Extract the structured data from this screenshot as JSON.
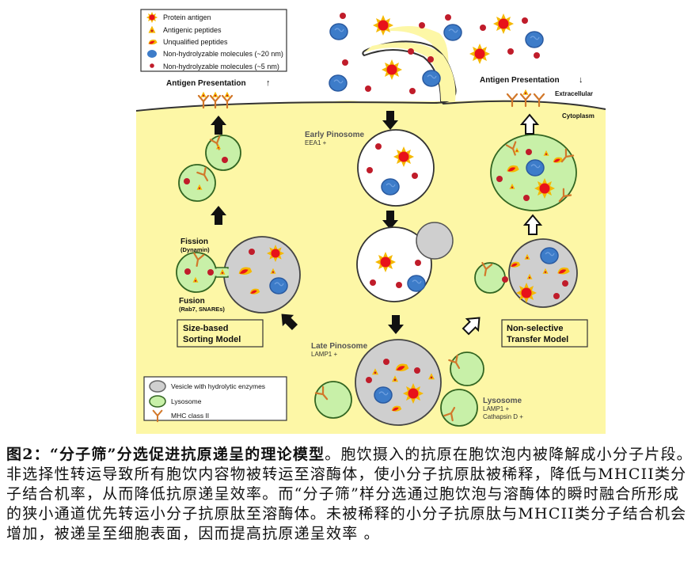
{
  "figure": {
    "legend_top": {
      "items": [
        {
          "icon": "protein-antigen",
          "label": "Protein antigen"
        },
        {
          "icon": "antigenic-peptide",
          "label": "Antigenic peptides"
        },
        {
          "icon": "unqualified-peptide",
          "label": "Unqualified peptides"
        },
        {
          "icon": "large-molecule",
          "label": "Non-hydrolyzable molecules (~20 nm)"
        },
        {
          "icon": "small-molecule",
          "label": "Non-hydrolyzable molecules (~5 nm)"
        }
      ]
    },
    "legend_bottom": {
      "items": [
        {
          "icon": "vesicle",
          "label": "Vesicle with hydrolytic enzymes"
        },
        {
          "icon": "lysosome",
          "label": "Lysosome"
        },
        {
          "icon": "mhc-class-ii",
          "label": "MHC class II"
        }
      ]
    },
    "labels": {
      "antigen_presentation_up": "Antigen Presentation",
      "antigen_presentation_down": "Antigen Presentation",
      "extracellular": "Extracellular",
      "cytoplasm": "Cytoplasm",
      "early_pinosome": "Early Pinosome",
      "early_marker": "EEA1 +",
      "fission": "Fission",
      "fission_sub": "(Dynamin)",
      "fusion": "Fusion",
      "fusion_sub": "(Rab7, SNAREs)",
      "late_pinosome": "Late Pinosome",
      "late_marker": "LAMP1 +",
      "lysosome": "Lysosome",
      "lysosome_marker1": "LAMP1 +",
      "lysosome_marker2": "Cathapsin D +",
      "model_left_line1": "Size-based",
      "model_left_line2": "Sorting Model",
      "model_right_line1": "Non-selective",
      "model_right_line2": "Transfer Model"
    },
    "colors": {
      "cytoplasm": "#fdf7a6",
      "lysosome": "#c8f0a8",
      "vesicle": "#cfcfcf",
      "antigen_core": "#e8121a",
      "antigen_rays": "#f5b800",
      "large_molecule": "#3d7cc9",
      "small_molecule": "#c01c2a",
      "mhc": "#d2782a"
    }
  },
  "caption": {
    "title": "图2：“分子筛”分选促进抗原递呈的理论模型",
    "body": "。胞饮摄入的抗原在胞饮泡内被降解成小分子片段。非选择性转运导致所有胞饮内容物被转运至溶酶体，使小分子抗原肽被稀释，降低与MHCII类分子结合机率，从而降低抗原递呈效率。而“分子筛”样分选通过胞饮泡与溶酶体的瞬时融合所形成的狭小通道优先转运小分子抗原肽至溶酶体。未被稀释的小分子抗原肽与MHCII类分子结合机会增加，被递呈至细胞表面，因而提高抗原递呈效率 。"
  }
}
